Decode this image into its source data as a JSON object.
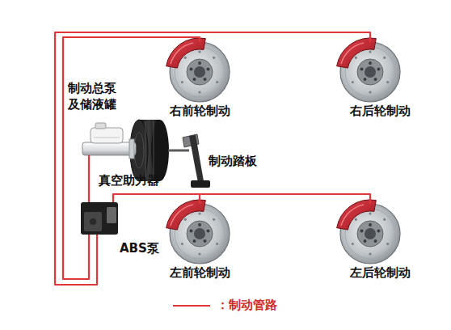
{
  "diagram": {
    "nodes": [
      {
        "text": [
          "制动总泵 及储液罐"
        ]
      },
      {
        "text": [
          "真空助力器"
        ]
      },
      {
        "text": [
          "制动踏板"
        ]
      },
      {
        "text": [
          "ABS泵"
        ]
      },
      {
        "text": [
          "右前轮制动"
        ]
      },
      {
        "text": [
          "右后轮制动"
        ]
      },
      {
        "text": [
          "左前轮制动"
        ]
      },
      {
        "text": [
          "左后轮制动"
        ]
      }
    ],
    "edges": [
      {
        "from": 0,
        "to": 3,
        "arrow": "none"
      },
      {
        "from": 3,
        "to": 4,
        "arrow": "none"
      },
      {
        "from": 3,
        "to": 5,
        "arrow": "none"
      },
      {
        "from": 3,
        "to": 6,
        "arrow": "none"
      },
      {
        "from": 3,
        "to": 7,
        "arrow": "none"
      }
    ],
    "legend": [
      {
        "text": "：制动管路"
      }
    ]
  }
}
